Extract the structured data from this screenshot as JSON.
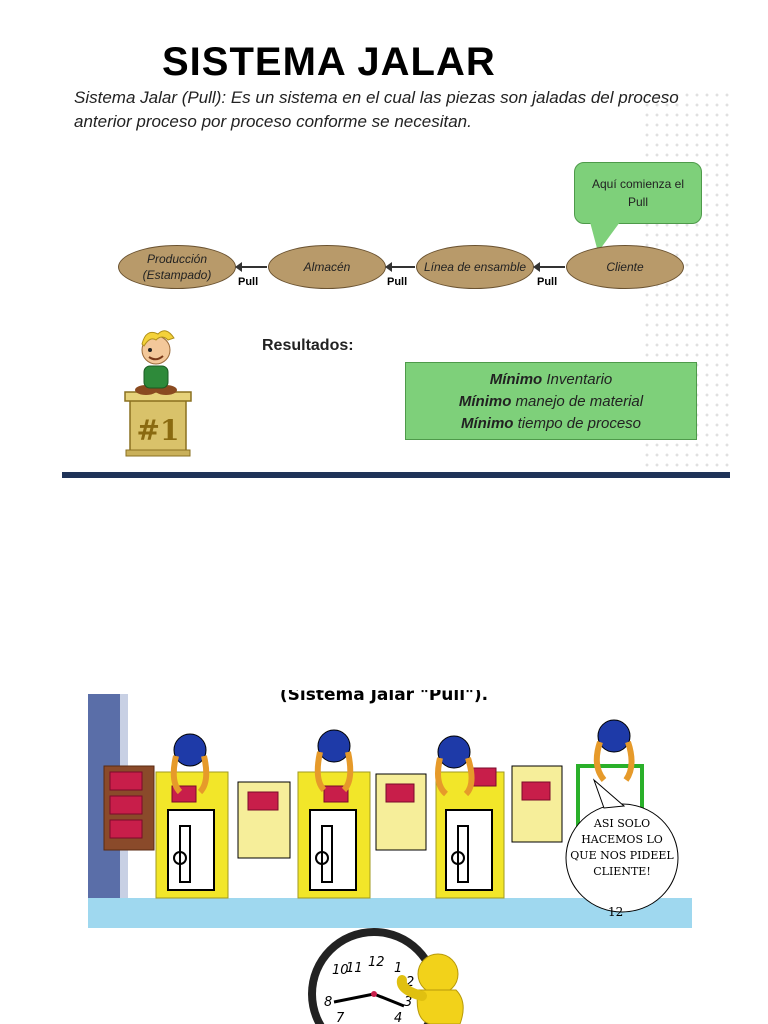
{
  "slide1": {
    "title": "SISTEMA JALAR",
    "description": "Sistema Jalar (Pull): Es un sistema en el cual las piezas son jaladas del proceso anterior proceso por proceso conforme se necesitan.",
    "callout": "Aquí comienza el Pull",
    "flow_nodes": [
      {
        "label": "Producción (Estampado)"
      },
      {
        "label": "Almacén"
      },
      {
        "label": "Línea de ensamble"
      },
      {
        "label": "Cliente"
      }
    ],
    "pull_labels": [
      "Pull",
      "Pull",
      "Pull"
    ],
    "results_label": "Resultados:",
    "results": [
      {
        "bold": "Mínimo",
        "rest": " Inventario"
      },
      {
        "bold": "Mínimo",
        "rest": " manejo de material"
      },
      {
        "bold": "Mínimo",
        "rest": " tiempo de proceso"
      }
    ],
    "podium_text": "#1"
  },
  "slide2": {
    "caption": "(Sistema Jalar \"Pull\").",
    "speech": "ASI SOLO HACEMOS LO QUE NOS PIDEEL CLIENTE!",
    "page_number": "12",
    "clock_numbers": [
      "11",
      "12",
      "1",
      "10",
      "2",
      "8",
      "3",
      "7",
      "4"
    ]
  },
  "colors": {
    "callout_green": "#7ed07a",
    "node_brown": "#b89a6a",
    "footer_navy": "#1f3358",
    "station_yellow": "#f2e629",
    "conveyor_blue": "#9fd8ef",
    "box_red": "#c81e4a"
  }
}
